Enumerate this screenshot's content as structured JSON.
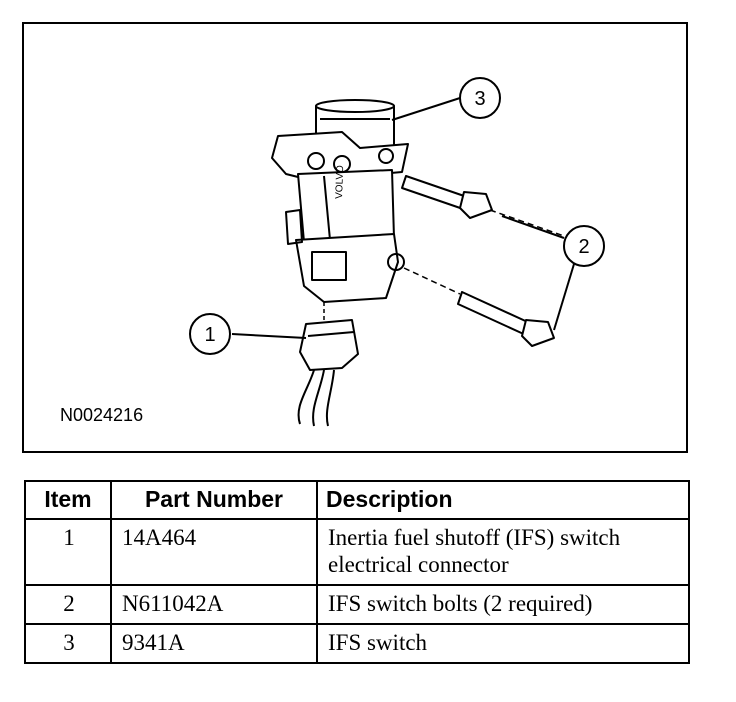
{
  "figure": {
    "id": "N0024216",
    "callouts": [
      "1",
      "2",
      "3"
    ]
  },
  "table": {
    "headers": [
      "Item",
      "Part Number",
      "Description"
    ],
    "rows": [
      {
        "item": "1",
        "part_number": "14A464",
        "description": "Inertia fuel shutoff (IFS) switch electrical connector"
      },
      {
        "item": "2",
        "part_number": "N611042A",
        "description": "IFS switch bolts (2 required)"
      },
      {
        "item": "3",
        "part_number": "9341A",
        "description": "IFS switch"
      }
    ]
  }
}
